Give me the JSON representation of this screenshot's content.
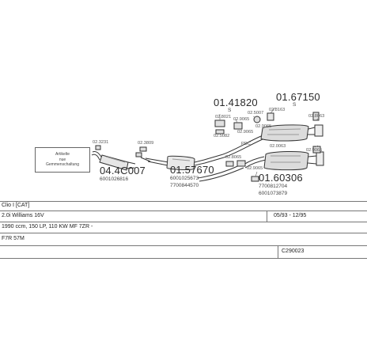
{
  "parts": {
    "p1": {
      "number": "04.4C007",
      "sub": "6001026816"
    },
    "p2": {
      "number": "01.57670",
      "sub1": "6001025673",
      "sub2": "7700844570"
    },
    "p3": {
      "number": "01.41820",
      "suffix": "S"
    },
    "p4": {
      "number": "01.67150",
      "suffix": "S"
    },
    "p5": {
      "number": "01.60306",
      "sub1": "7700812704",
      "sub2": "6001073879"
    }
  },
  "small_labels": {
    "s1": "02.3231",
    "s2": "02.3809",
    "s3": "02.8021",
    "s4": "02.9065",
    "s5": "02.5007",
    "s6": "02.8163",
    "s7": "02.8063",
    "s8": "02.5082",
    "s9": "02.9065",
    "s10": "02.9065",
    "s11": "PDC",
    "s12": "02.0063",
    "s13": "02.8065",
    "s14": "02.9065",
    "s15": "02.9065"
  },
  "infobox": {
    "line1": "Artikelte",
    "line2": "nue",
    "line3": "Gemmenschaltung"
  },
  "info_table": {
    "model": "Clio I [CAT]",
    "engine": "2.0i Williams 16V",
    "date_range": "05/93 - 12/95",
    "specs": "1990 ccm, 150 LP, 110 KW MF 7ZR -",
    "code": "F7R 57M",
    "ref": "C290023"
  }
}
